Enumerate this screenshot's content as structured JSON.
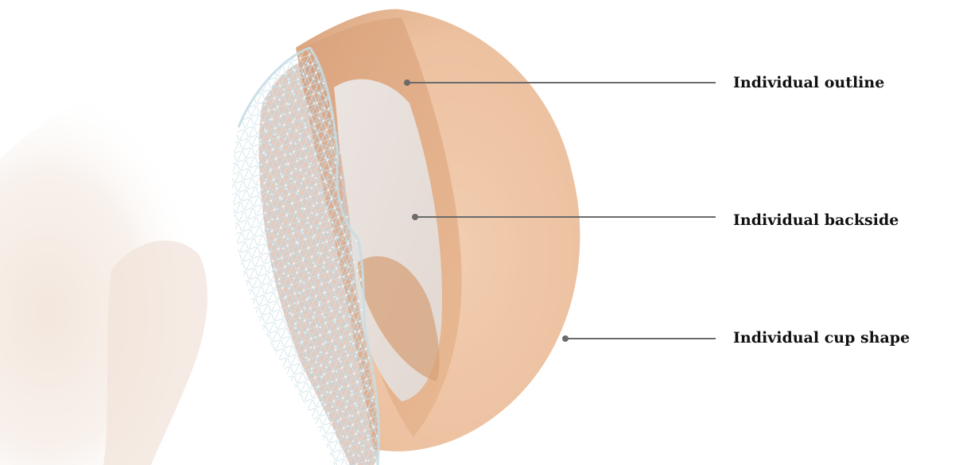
{
  "callouts": [
    {
      "label": "Individual outline"
    },
    {
      "label": "Individual backside"
    },
    {
      "label": "Individual cup shape"
    }
  ],
  "colors": {
    "prosthesis_skin": "#ecc4a3",
    "prosthesis_shadow": "#d9a47c",
    "mesh": "#b8d3dc",
    "leader_line": "#6b6b6b",
    "label_text": "#111111"
  }
}
